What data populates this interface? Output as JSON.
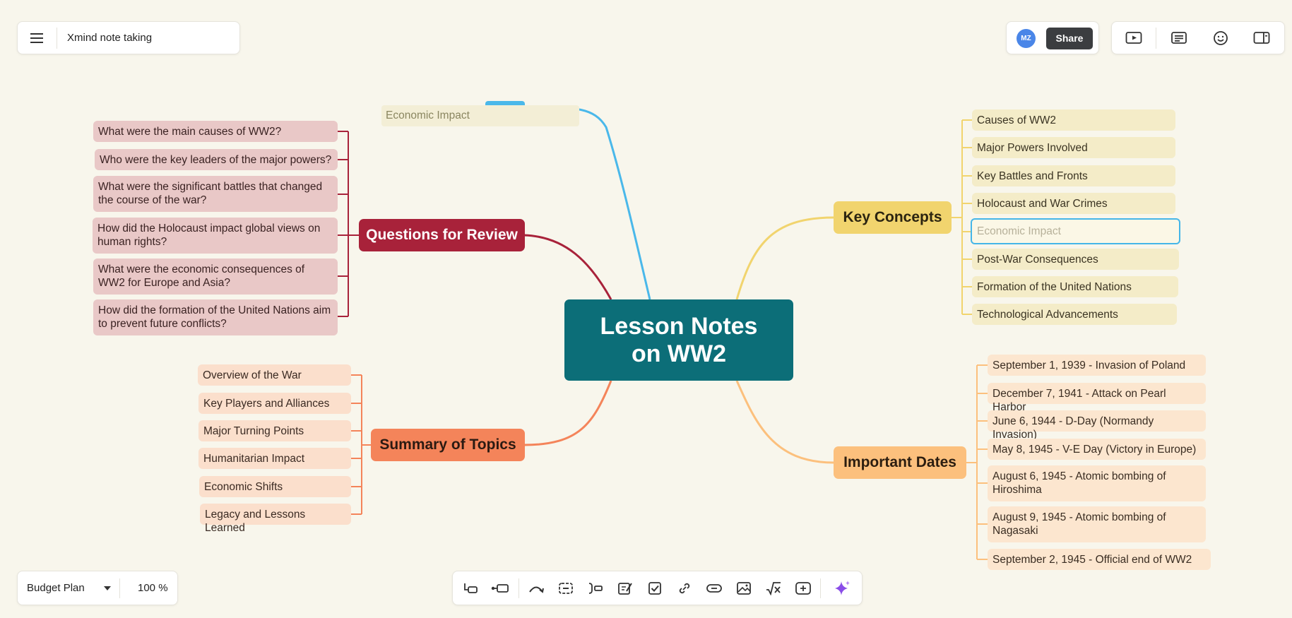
{
  "app": {
    "title": "Xmind note taking",
    "share_label": "Share",
    "avatar_initials": "MZ",
    "sheet_name": "Budget Plan",
    "zoom": "100 %"
  },
  "colors": {
    "background": "#f8f6ec",
    "center": "#0c6e78",
    "questions": "#a8223a",
    "summary": "#f4845a",
    "key_concepts": "#f1d46e",
    "important_dates": "#fcc07d",
    "floating_link": "#4ab8ea",
    "avatar": "#4a86e8",
    "share_button": "#3b3d40",
    "ai_icon": "#8a4de8"
  },
  "map": {
    "center": "Lesson Notes on WW2",
    "floating_topic": "Economic Impact",
    "questions": {
      "title": "Questions for Review",
      "items": [
        "What were the main causes of WW2?",
        "Who were the key leaders of the major powers?",
        "What were the significant battles that changed the course of the war?",
        "How did the Holocaust impact global views on human rights?",
        "What were the economic consequences of WW2 for Europe and Asia?",
        "How did the formation of the United Nations aim to prevent future conflicts?"
      ]
    },
    "summary": {
      "title": "Summary of Topics",
      "items": [
        "Overview of the War",
        "Key Players and Alliances",
        "Major Turning Points",
        "Humanitarian Impact",
        "Economic Shifts",
        "Legacy and Lessons Learned"
      ]
    },
    "key_concepts": {
      "title": "Key Concepts",
      "items": [
        "Causes of WW2",
        "Major Powers Involved",
        "Key Battles and Fronts",
        "Holocaust and War Crimes",
        "Economic Impact",
        "Post-War Consequences",
        "Formation of the United Nations",
        "Technological Advancements"
      ]
    },
    "dates": {
      "title": "Important Dates",
      "items": [
        "September 1, 1939 - Invasion of Poland",
        "December 7, 1941 - Attack on Pearl Harbor",
        "June 6, 1944 - D-Day (Normandy Invasion)",
        "May 8, 1945 - V-E Day (Victory in Europe)",
        "August 6, 1945 - Atomic bombing of Hiroshima",
        "August 9, 1945 - Atomic bombing of Nagasaki",
        "September 2, 1945 - Official end of WW2"
      ]
    }
  },
  "toolbar": [
    "subtopic-icon",
    "topic-icon",
    "relationship-icon",
    "boundary-icon",
    "summary-icon",
    "note-icon",
    "task-icon",
    "link-icon",
    "web-link-icon",
    "image-icon",
    "equation-icon",
    "insert-icon",
    "ai-sparkle-icon"
  ]
}
